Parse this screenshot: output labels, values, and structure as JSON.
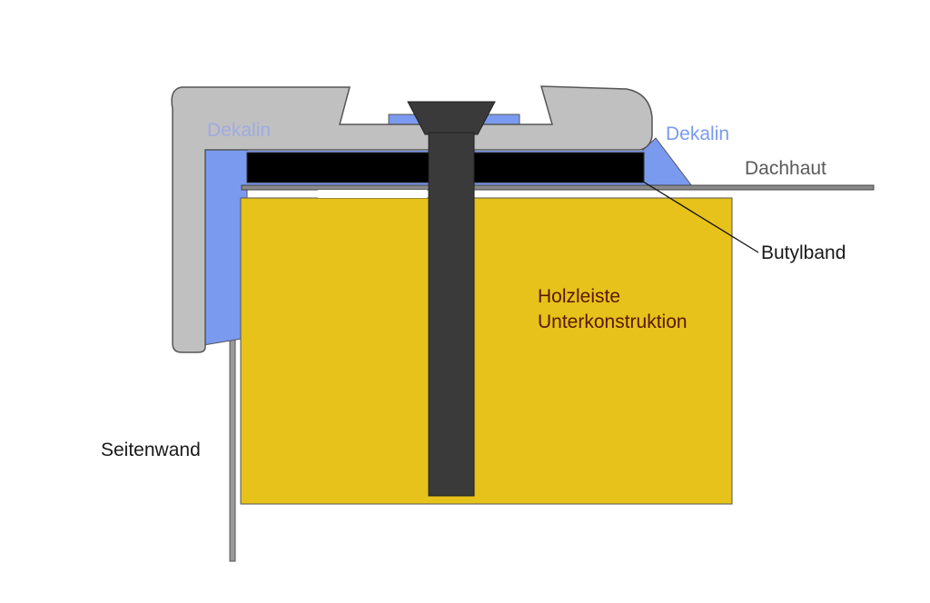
{
  "colors": {
    "aluminium_profile": "#c0c0c0",
    "dekalin": "#7a9af0",
    "butyl_band": "#000000",
    "wood": "#e6c21a",
    "screw": "#3a3a3a",
    "roof_skin": "#8a8a8a",
    "outline": "#555555",
    "label_dark": "#1a1a1a",
    "label_grey": "#5a5a5a",
    "label_blue": "#7a9af0",
    "label_wood": "#5a1800"
  },
  "labels": {
    "dekalin_left": "Dekalin",
    "dekalin_right": "Dekalin",
    "dachhaut": "Dachhaut",
    "butylband": "Butylband",
    "holzleiste_line1": "Holzleiste",
    "holzleiste_line2": "Unterkonstruktion",
    "seitenwand": "Seitenwand"
  }
}
